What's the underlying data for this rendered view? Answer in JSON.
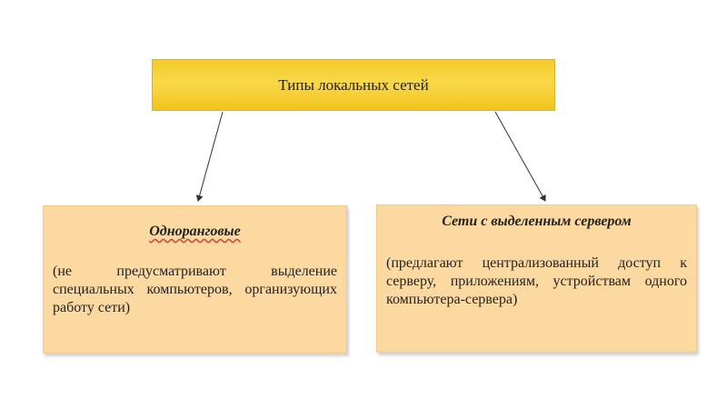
{
  "diagram": {
    "root": {
      "label": "Типы локальных сетей"
    },
    "left": {
      "title": "Одноранговые",
      "text": "(не предусматривают выделение специальных компьютеров, организующих работу сети)"
    },
    "right": {
      "title": "Сети с выделенным сервером",
      "text": "(предлагают централизованный доступ к серверу, приложениям, устройствам одного компьютера-сервера)"
    },
    "colors": {
      "root_fill": "#f6cf33",
      "child_fill": "#fcd9a0",
      "arrow": "#333333"
    }
  }
}
